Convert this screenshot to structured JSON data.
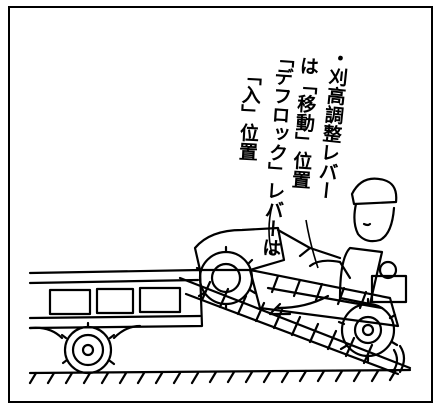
{
  "illustration": {
    "annotation": {
      "lines": [
        "・刈高調整レバー",
        "は「移動」位置",
        "「デフロック」レバーは",
        "「入」位置"
      ]
    }
  }
}
